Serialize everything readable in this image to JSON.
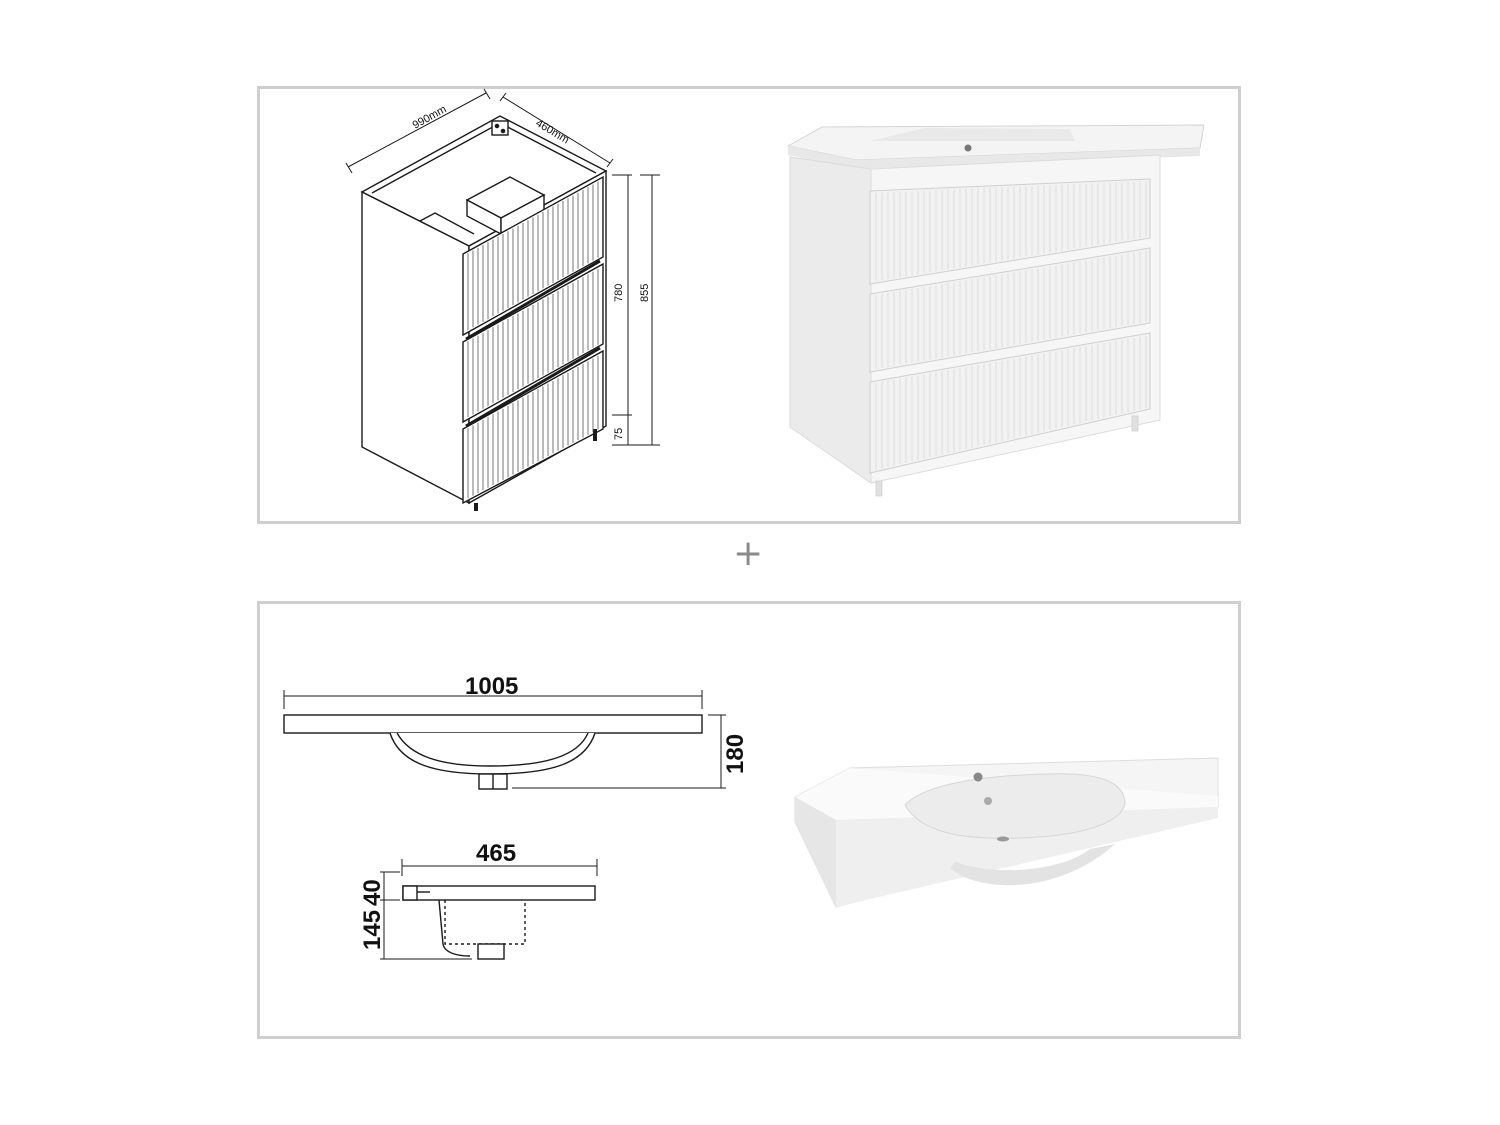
{
  "cabinet_drawing": {
    "width_label": "990mm",
    "depth_label": "460mm",
    "height_label": "780",
    "total_height_label": "855",
    "leg_label": "75"
  },
  "basin_drawing": {
    "front_width_label": "1005",
    "front_height_label": "180",
    "side_depth_label": "465",
    "rim_label": "40",
    "bowl_label": "145"
  },
  "separator": {
    "symbol": "+"
  },
  "colors": {
    "panel_border": "#cfcfcf",
    "line": "#1a1a1a",
    "product_white": "#f7f7f7",
    "product_shadow": "#d9d9d9"
  }
}
